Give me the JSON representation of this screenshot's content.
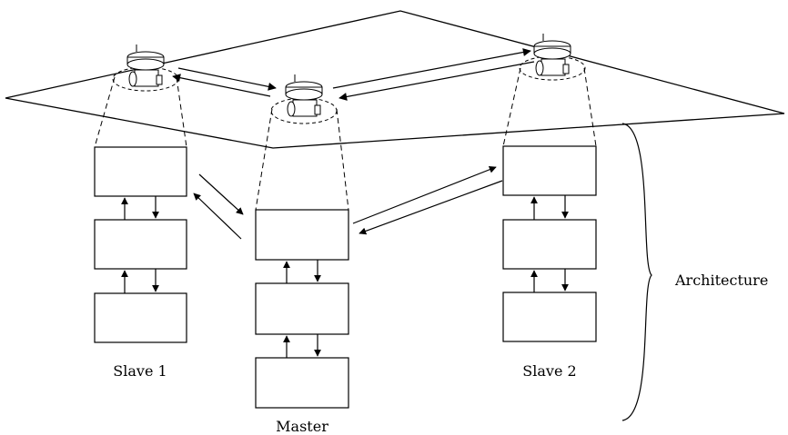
{
  "labels": {
    "slave1": "Slave 1",
    "slave2": "Slave 2",
    "master": "Master",
    "architecture": "Architecture"
  }
}
